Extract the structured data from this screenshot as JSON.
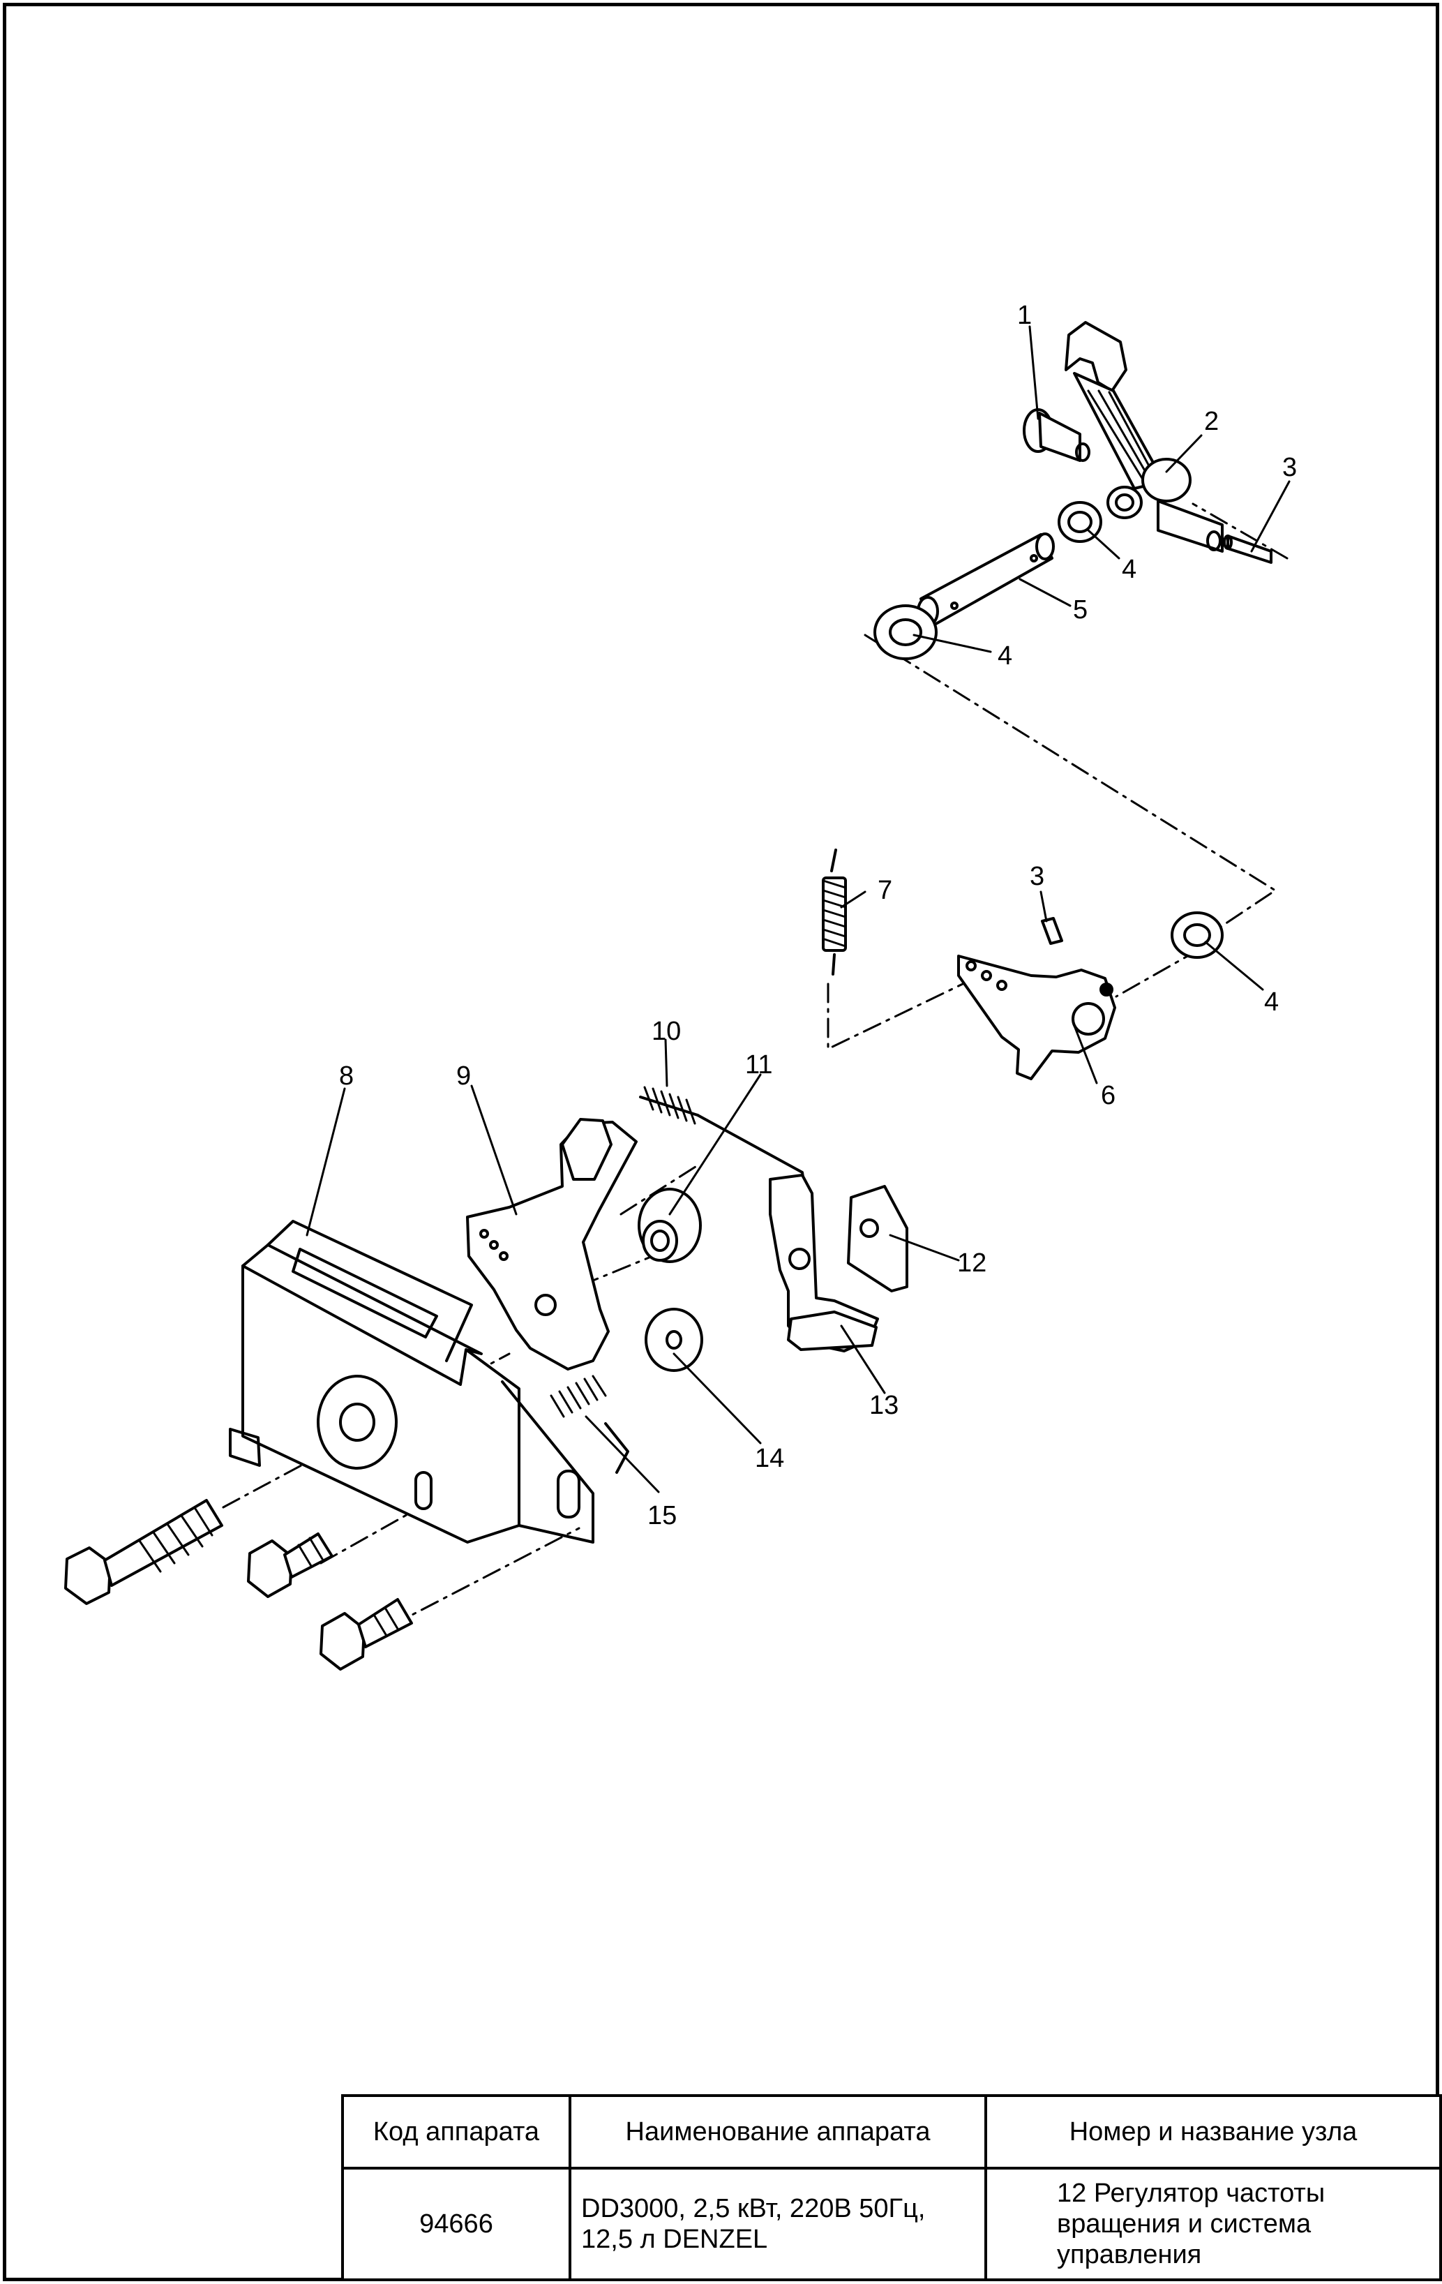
{
  "callouts": {
    "c1": "1",
    "c2": "2",
    "c3a": "3",
    "c4a": "4",
    "c5": "5",
    "c4b": "4",
    "c7": "7",
    "c3b": "3",
    "c4c": "4",
    "c6": "6",
    "c8": "8",
    "c9": "9",
    "c10": "10",
    "c11": "11",
    "c12": "12",
    "c13": "13",
    "c14": "14",
    "c15": "15"
  },
  "title_block": {
    "headers": {
      "code": "Код аппарата",
      "name": "Наименование аппарата",
      "node": "Номер и название узла"
    },
    "values": {
      "code": "94666",
      "name": "DD3000, 2,5 кВт, 220В 50Гц, 12,5 л DENZEL",
      "node": "12 Регулятор частоты вращения и система управления"
    }
  }
}
